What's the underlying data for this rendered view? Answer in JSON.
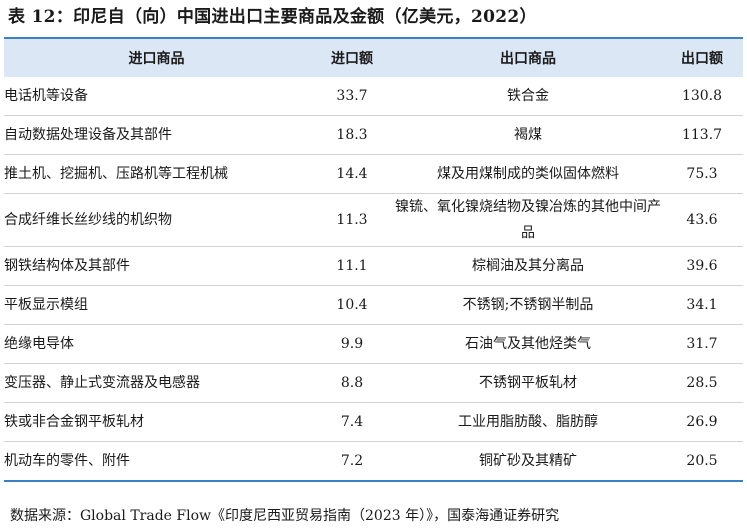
{
  "title": "表 12：印尼自（向）中国进出口主要商品及金额（亿美元，2022）",
  "headers": {
    "import_goods": "进口商品",
    "import_amount": "进口额",
    "export_goods": "出口商品",
    "export_amount": "出口额"
  },
  "rows": [
    {
      "import_goods": "电话机等设备",
      "import_amount": "33.7",
      "export_goods": "铁合金",
      "export_amount": "130.8"
    },
    {
      "import_goods": "自动数据处理设备及其部件",
      "import_amount": "18.3",
      "export_goods": "褐煤",
      "export_amount": "113.7"
    },
    {
      "import_goods": "推土机、挖掘机、压路机等工程机械",
      "import_amount": "14.4",
      "export_goods": "煤及用煤制成的类似固体燃料",
      "export_amount": "75.3"
    },
    {
      "import_goods": "合成纤维长丝纱线的机织物",
      "import_amount": "11.3",
      "export_goods": "镍锍、氧化镍烧结物及镍冶炼的其他中间产品",
      "export_amount": "43.6"
    },
    {
      "import_goods": "钢铁结构体及其部件",
      "import_amount": "11.1",
      "export_goods": "棕榈油及其分离品",
      "export_amount": "39.6"
    },
    {
      "import_goods": "平板显示模组",
      "import_amount": "10.4",
      "export_goods": "不锈钢;不锈钢半制品",
      "export_amount": "34.1"
    },
    {
      "import_goods": "绝缘电导体",
      "import_amount": "9.9",
      "export_goods": "石油气及其他烃类气",
      "export_amount": "31.7"
    },
    {
      "import_goods": "变压器、静止式变流器及电感器",
      "import_amount": "8.8",
      "export_goods": "不锈钢平板轧材",
      "export_amount": "28.5"
    },
    {
      "import_goods": "铁或非合金钢平板轧材",
      "import_amount": "7.4",
      "export_goods": "工业用脂肪酸、脂肪醇",
      "export_amount": "26.9"
    },
    {
      "import_goods": "机动车的零件、附件",
      "import_amount": "7.2",
      "export_goods": "铜矿砂及其精矿",
      "export_amount": "20.5"
    }
  ],
  "source": "数据来源：Global Trade Flow《印度尼西亚贸易指南（2023 年）》，国泰海通证券研究"
}
